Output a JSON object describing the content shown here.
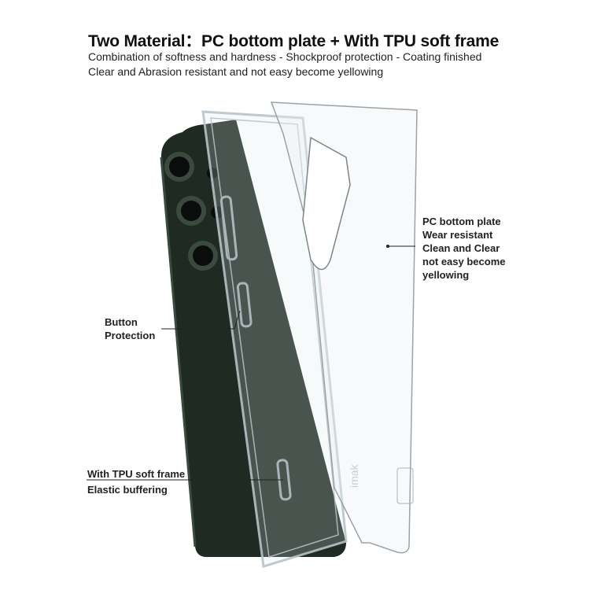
{
  "header": {
    "title": "Two Material：PC bottom plate + With TPU soft frame",
    "line1": "Combination of softness and hardness - Shockproof protection - Coating finished",
    "line2": "Clear and Abrasion resistant and not easy become yellowing"
  },
  "callouts": {
    "pc_plate": [
      "PC bottom plate",
      "Wear resistant",
      "Clean and Clear",
      "not easy become",
      "yellowing"
    ],
    "button": [
      "Button",
      "Protection"
    ],
    "tpu": [
      "With TPU soft frame",
      "Elastic buffering"
    ]
  },
  "watermark": "imak",
  "colors": {
    "phone": "#1f2a22",
    "text": "#111111"
  }
}
